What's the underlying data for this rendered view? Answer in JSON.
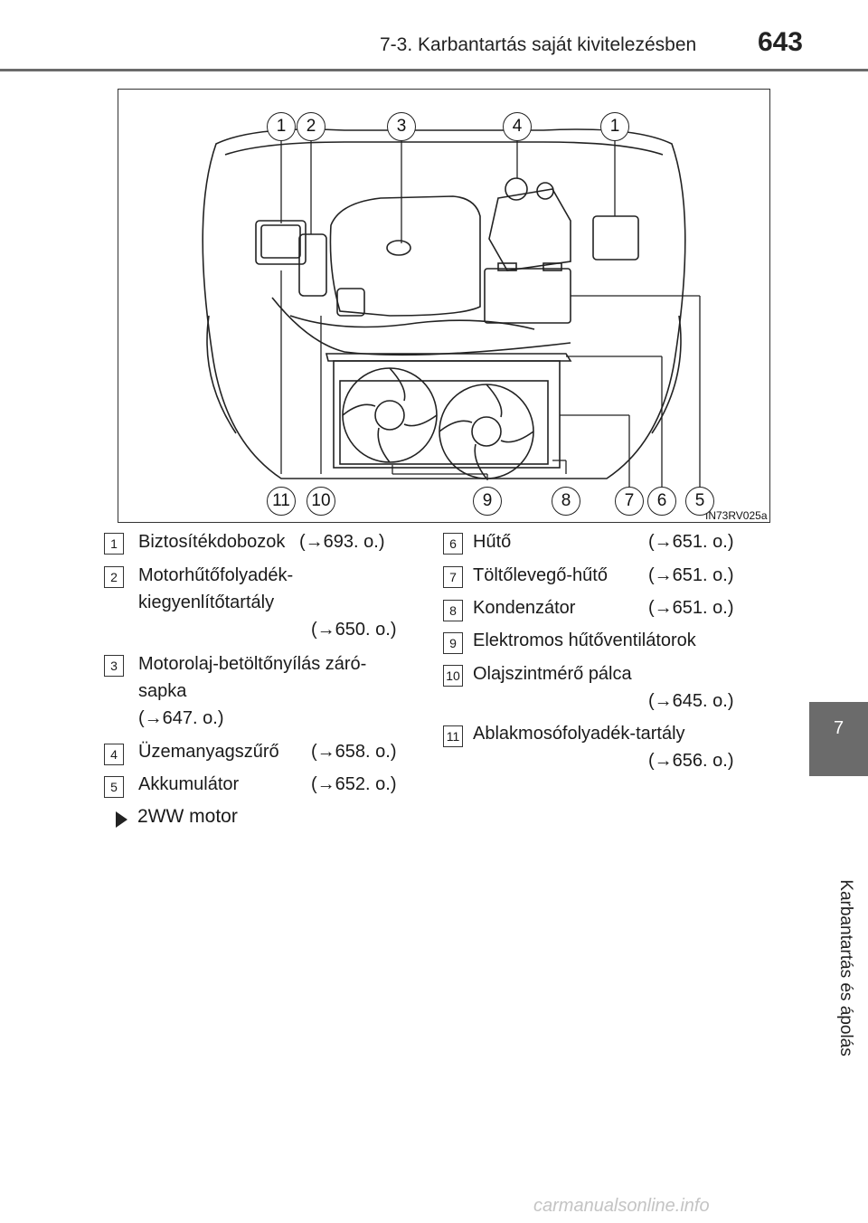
{
  "header": {
    "title": "7-3. Karbantartás saját kivitelezésben",
    "page_number": "643"
  },
  "side_tab": {
    "chapter_number": "7",
    "chapter_title": "Karbantartás és ápolás"
  },
  "figure": {
    "code": "IN73RV025a",
    "callouts_top": [
      "1",
      "2",
      "3",
      "4",
      "1"
    ],
    "callouts_bottom": [
      "11",
      "10",
      "9",
      "8",
      "7",
      "6",
      "5"
    ]
  },
  "items_left": [
    {
      "num": "1",
      "label": "Biztosítékdobozok",
      "ref": "(→693. o.)"
    },
    {
      "num": "2",
      "label_line1": "Motorhűtőfolyadék-",
      "label_line2": "kiegyenlítőtartály",
      "ref": "(→650. o.)"
    },
    {
      "num": "3",
      "label_line1": "Motorolaj-betöltőnyílás záró-",
      "label_line2": "sapka",
      "ref": "(→647. o.)"
    },
    {
      "num": "4",
      "label": "Üzemanyagszűrő",
      "ref": "(→658. o.)"
    },
    {
      "num": "5",
      "label": "Akkumulátor",
      "ref": "(→652. o.)"
    }
  ],
  "items_right": [
    {
      "num": "6",
      "label": "Hűtő",
      "ref": "(→651. o.)"
    },
    {
      "num": "7",
      "label": "Töltőlevegő-hűtő",
      "ref": "(→651. o.)"
    },
    {
      "num": "8",
      "label": "Kondenzátor",
      "ref": "(→651. o.)"
    },
    {
      "num": "9",
      "label": "Elektromos hűtőventilátorok"
    },
    {
      "num": "10",
      "label": "Olajszintmérő pálca",
      "ref": "(→645. o.)"
    },
    {
      "num": "11",
      "label": "Ablakmosófolyadék-tartály",
      "ref": "(→656. o.)"
    }
  ],
  "engine_variant": "2WW motor",
  "watermark": "carmanualsonline.info"
}
